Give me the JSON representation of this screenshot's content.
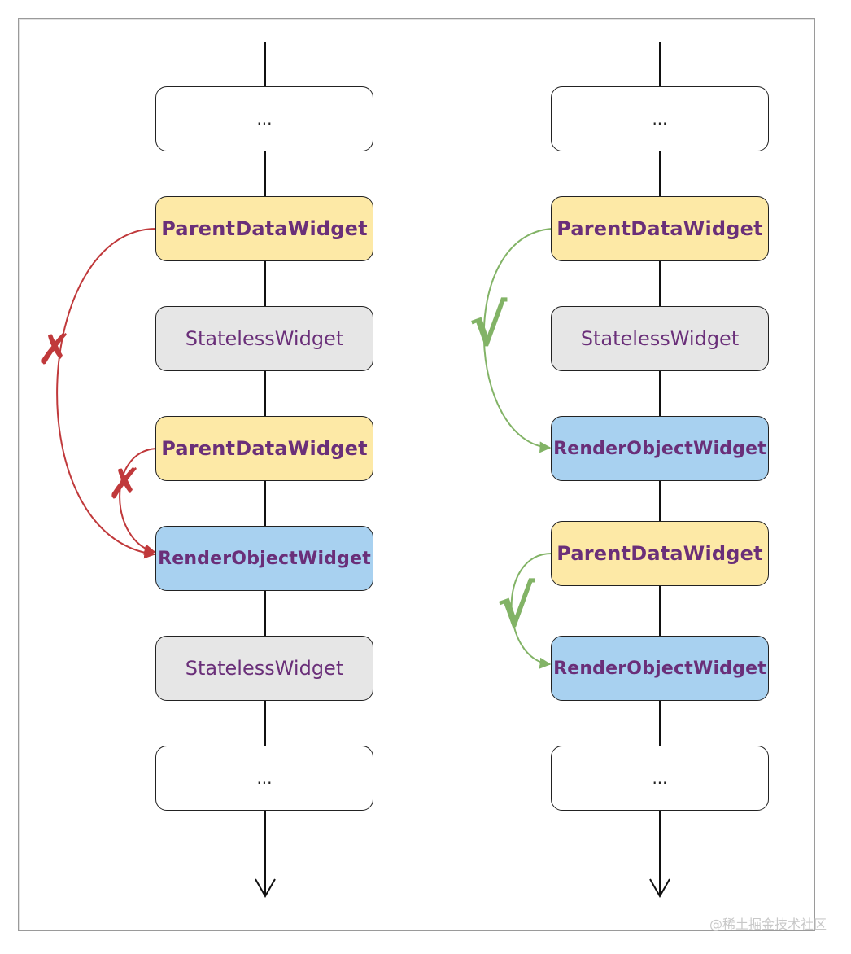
{
  "left_column": {
    "nodes": [
      {
        "label": "...",
        "kind": "ellipsis"
      },
      {
        "label": "ParentDataWidget",
        "kind": "parent-data"
      },
      {
        "label": "StatelessWidget",
        "kind": "stateless"
      },
      {
        "label": "ParentDataWidget",
        "kind": "parent-data"
      },
      {
        "label": "RenderObjectWidget",
        "kind": "render-object"
      },
      {
        "label": "StatelessWidget",
        "kind": "stateless"
      },
      {
        "label": "...",
        "kind": "ellipsis"
      }
    ],
    "links": [
      {
        "from": 1,
        "to": 4,
        "status": "invalid",
        "mark": "✗"
      },
      {
        "from": 3,
        "to": 4,
        "status": "invalid",
        "mark": "✗"
      }
    ]
  },
  "right_column": {
    "nodes": [
      {
        "label": "...",
        "kind": "ellipsis"
      },
      {
        "label": "ParentDataWidget",
        "kind": "parent-data"
      },
      {
        "label": "StatelessWidget",
        "kind": "stateless"
      },
      {
        "label": "RenderObjectWidget",
        "kind": "render-object"
      },
      {
        "label": "ParentDataWidget",
        "kind": "parent-data"
      },
      {
        "label": "RenderObjectWidget",
        "kind": "render-object"
      },
      {
        "label": "...",
        "kind": "ellipsis"
      }
    ],
    "links": [
      {
        "from": 1,
        "to": 3,
        "status": "valid",
        "mark": "√"
      },
      {
        "from": 4,
        "to": 5,
        "status": "valid",
        "mark": "√"
      }
    ]
  },
  "colors": {
    "parent_data_fill": "#fde9a6",
    "stateless_fill": "#e6e6e6",
    "render_object_fill": "#a8d1f0",
    "ellipsis_fill": "#ffffff",
    "label_text": "#6a2f79",
    "invalid_link": "#c0393b",
    "valid_link": "#82b366"
  },
  "watermark": "@稀土掘金技术社区"
}
